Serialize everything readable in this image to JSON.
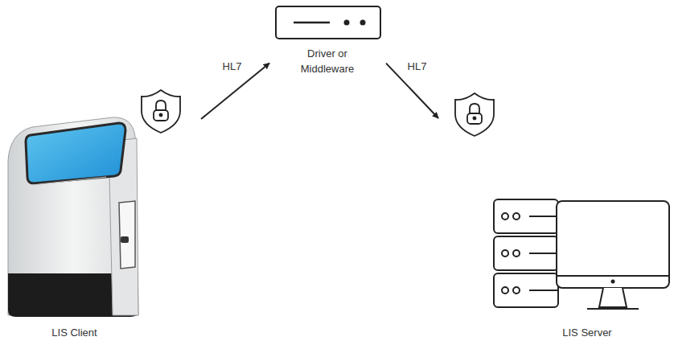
{
  "diagram": {
    "nodes": [
      {
        "text": [
          "LIS Client"
        ]
      },
      {
        "text": [
          "Driver or Middleware"
        ]
      },
      {
        "text": [
          "LIS Server"
        ]
      }
    ],
    "edges": [
      {
        "from": 0,
        "to": 1,
        "label": "HL7",
        "arrow": "to"
      },
      {
        "from": 1,
        "to": 2,
        "label": "HL7",
        "arrow": "to"
      }
    ]
  }
}
